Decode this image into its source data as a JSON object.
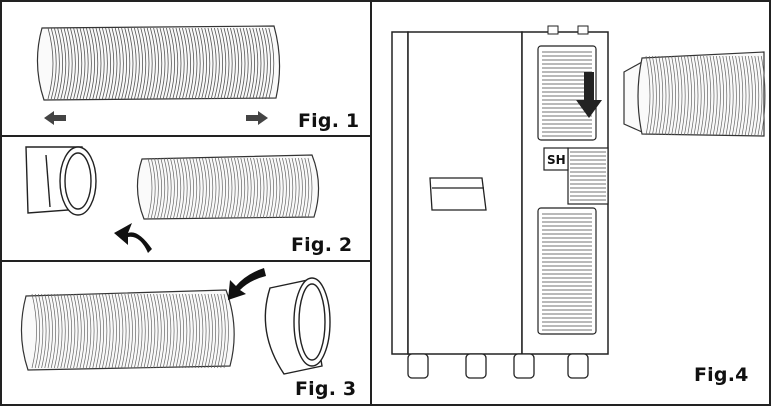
{
  "figures": {
    "fig1": {
      "label": "Fig. 1"
    },
    "fig2": {
      "label": "Fig. 2"
    },
    "fig3": {
      "label": "Fig. 3"
    },
    "fig4": {
      "label": "Fig.4"
    }
  },
  "unit_badge": "SH",
  "colors": {
    "line": "#222222",
    "hose": "#555555",
    "background": "#ffffff"
  }
}
